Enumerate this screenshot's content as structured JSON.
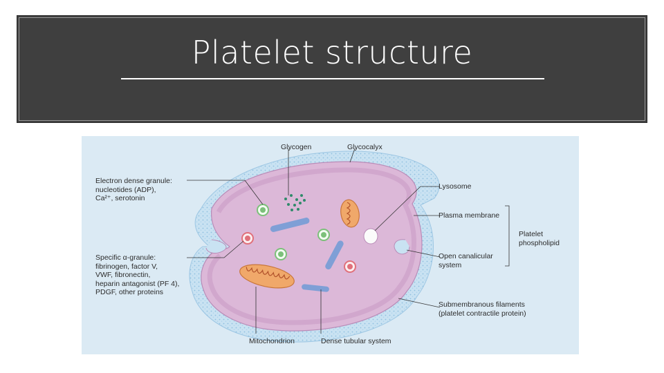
{
  "slide": {
    "title": "Platelet structure"
  },
  "diagram": {
    "labels": {
      "glycogen": "Glycogen",
      "glycocalyx": "Glycocalyx",
      "dense_granule": "Electron dense granule:\nnucleotides (ADP),\nCa²⁺, serotonin",
      "alpha_granule": "Specific α-granule:\nfibrinogen, factor V,\nVWF, fibronectin,\nheparin antagonist (PF 4),\nPDGF, other proteins",
      "mitochondrion": "Mitochondrion",
      "dense_tubular": "Dense tubular system",
      "lysosome": "Lysosome",
      "plasma_membrane": "Plasma membrane",
      "open_canalicular": "Open canalicular\nsystem",
      "platelet_phospholipid": "Platelet\nphospholipid",
      "submembranous": "Submembranous filaments\n(platelet contractile protein)"
    },
    "colors": {
      "background": "#dbeaf4",
      "glycocalyx": "#c3def0",
      "cytoplasm": "#dcb8d8",
      "membrane_band": "#cfa6cc",
      "mitochondrion": "#f0a86a",
      "tubule": "#7f9fd6",
      "granule_green": "#7cc07a",
      "granule_red": "#e0707a",
      "glycogen": "#2f8a6a"
    }
  }
}
